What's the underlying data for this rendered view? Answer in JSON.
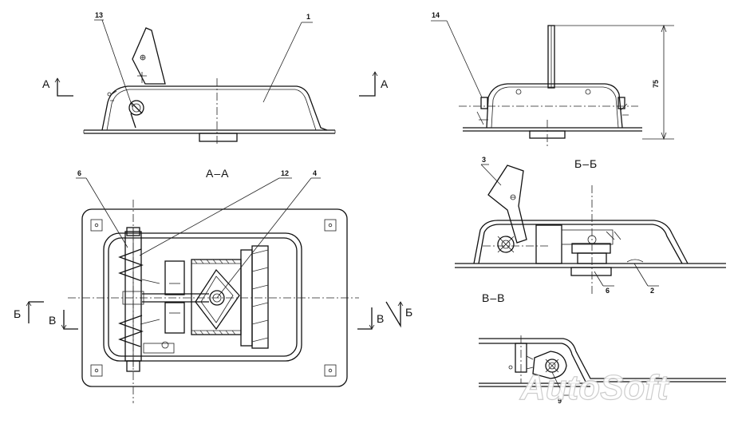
{
  "views": {
    "view_aa_title": "А–А",
    "view_bb_title": "Б–Б",
    "view_vv_title": "В–В"
  },
  "section_marks": {
    "a_left": "А",
    "a_right": "А",
    "b_left": "Б",
    "b_right": "Б",
    "v_left": "В",
    "v_right": "В"
  },
  "callouts": {
    "c1": "1",
    "c2": "2",
    "c3": "3",
    "c4": "4",
    "c6_top": "6",
    "c6_bottom": "6",
    "c9": "9",
    "c12": "12",
    "c13": "13",
    "c14": "14"
  },
  "dimensions": {
    "height_75": "75"
  },
  "watermark": "AutoSoft"
}
